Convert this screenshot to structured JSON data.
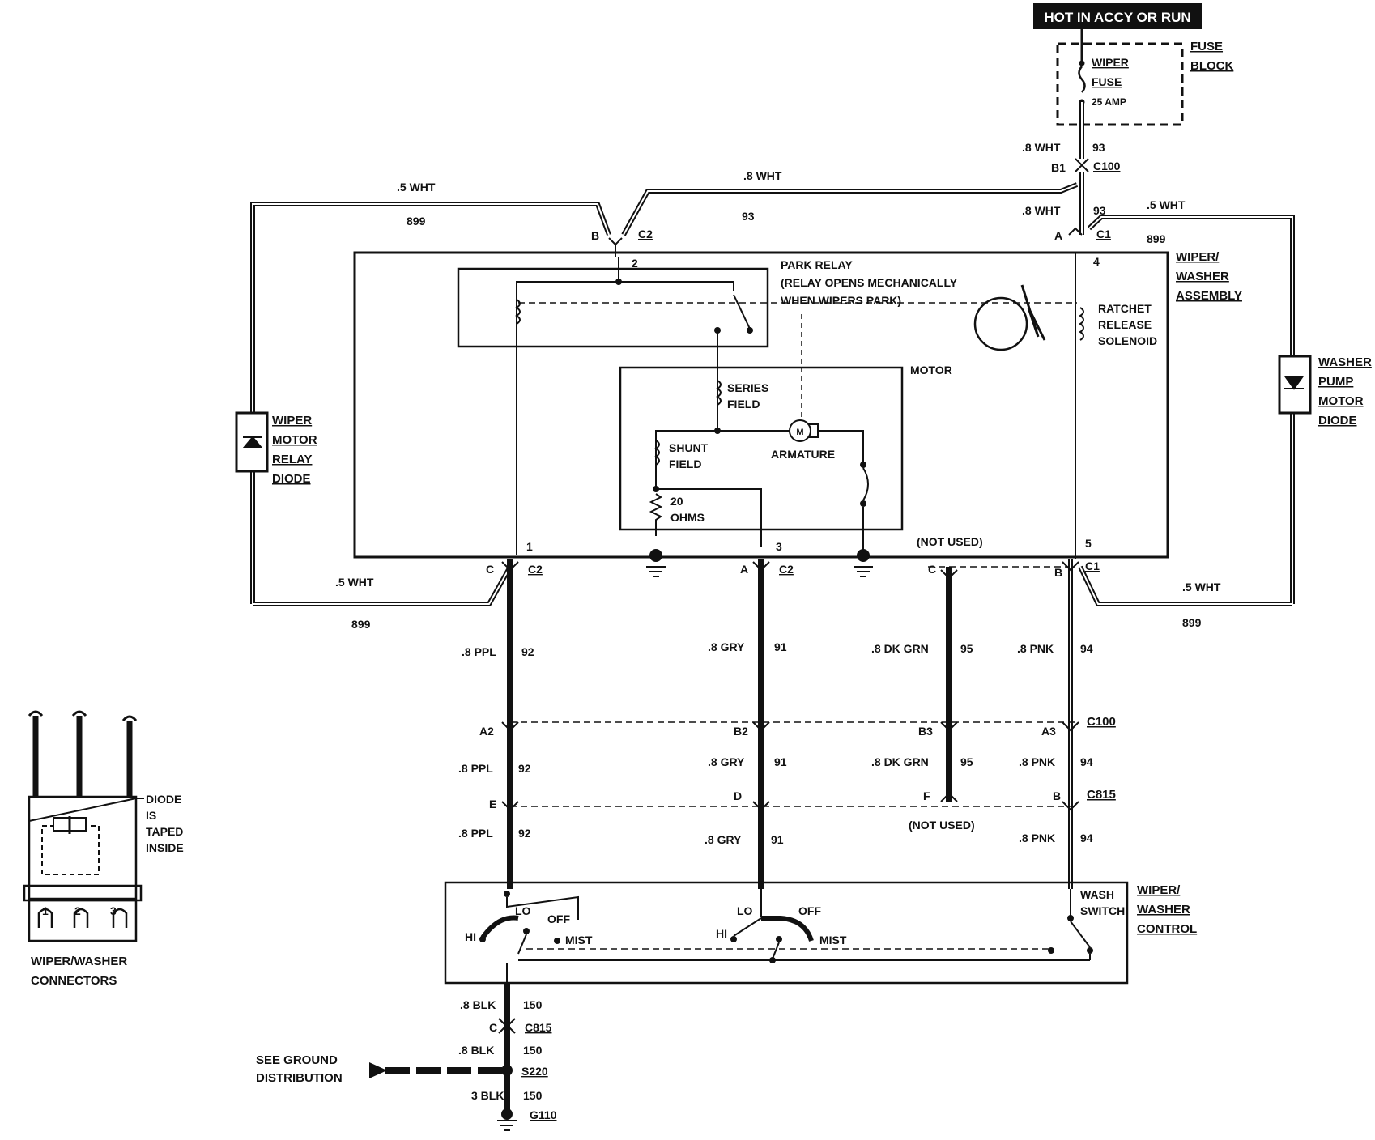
{
  "power": {
    "label": "HOT IN ACCY OR RUN"
  },
  "fuse_block": {
    "label1": "FUSE",
    "label2": "BLOCK",
    "fuse1": "WIPER",
    "fuse2": "FUSE",
    "rating": "25 AMP"
  },
  "top_wires": {
    "w93_a": ".8 WHT",
    "n93_a": "93",
    "b1": "B1",
    "c100_top": "C100",
    "w93_b": ".8 WHT",
    "n93_b": "93",
    "w93_c": ".8 WHT",
    "n93_c": "93",
    "w899_a": ".5 WHT",
    "n899_a": "899",
    "w899_b": ".5 WHT",
    "n899_b": "899",
    "pin_b": "B",
    "c2_top": "C2",
    "pin_a": "A",
    "c1_top": "C1"
  },
  "assembly": {
    "label1": "WIPER/",
    "label2": "WASHER",
    "label3": "ASSEMBLY",
    "park1": "PARK RELAY",
    "park2": "(RELAY OPENS MECHANICALLY",
    "park3": "WHEN WIPERS PARK)",
    "ratchet1": "RATCHET",
    "ratchet2": "RELEASE",
    "ratchet3": "SOLENOID",
    "motor": "MOTOR",
    "series1": "SERIES",
    "series2": "FIELD",
    "shunt1": "SHUNT",
    "shunt2": "FIELD",
    "armature": "ARMATURE",
    "m": "M",
    "ohms1": "20",
    "ohms2": "OHMS",
    "not_used": "(NOT USED)",
    "p1": "1",
    "p2": "2",
    "p3": "3",
    "p4": "4",
    "p5": "5"
  },
  "diodes": {
    "left": [
      "WIPER",
      "MOTOR",
      "RELAY",
      "DIODE"
    ],
    "right": [
      "WASHER",
      "PUMP",
      "MOTOR",
      "DIODE"
    ]
  },
  "bottom_conn": {
    "c": "C",
    "c2a": "C2",
    "a": "A",
    "c2b": "C2",
    "c_nu": "C",
    "b": "B",
    "c1": "C1",
    "w899_l": ".5 WHT",
    "n899_l": "899",
    "w899_r": ".5 WHT",
    "n899_r": "899"
  },
  "circuits": [
    {
      "color": ".8 PPL",
      "num": "92",
      "c100": "A2",
      "c815": "E",
      "color2": ".8 PPL",
      "num2": "92",
      "color3": ".8 PPL",
      "num3": "92"
    },
    {
      "color": ".8 GRY",
      "num": "91",
      "c100": "B2",
      "c815": "D",
      "color2": ".8 GRY",
      "num2": "91",
      "color3": ".8 GRY",
      "num3": "91"
    },
    {
      "color": ".8 DK GRN",
      "num": "95",
      "c100": "B3",
      "c815": "F",
      "color2": ".8 DK GRN",
      "num2": "95",
      "color3": "(NOT USED)",
      "num3": ""
    },
    {
      "color": ".8 PNK",
      "num": "94",
      "c100": "A3",
      "c815": "B",
      "color2": ".8 PNK",
      "num2": "94",
      "color3": ".8 PNK",
      "num3": "94"
    }
  ],
  "connectors": {
    "c100": "C100",
    "c815": "C815"
  },
  "control": {
    "label1": "WIPER/",
    "label2": "WASHER",
    "label3": "CONTROL",
    "lo1": "LO",
    "off1": "OFF",
    "hi1": "HI",
    "mist1": "MIST",
    "lo2": "LO",
    "off2": "OFF",
    "hi2": "HI",
    "mist2": "MIST",
    "wash1": "WASH",
    "wash2": "SWITCH"
  },
  "ground": {
    "w1": ".8 BLK",
    "n1": "150",
    "c": "C",
    "c815": "C815",
    "w2": ".8 BLK",
    "n2": "150",
    "s220": "S220",
    "w3": "3 BLK",
    "n3": "150",
    "g110": "G110",
    "see1": "SEE GROUND",
    "see2": "DISTRIBUTION"
  },
  "connector_view": {
    "diode1": "DIODE",
    "diode2": "IS",
    "diode3": "TAPED",
    "diode4": "INSIDE",
    "p1": "1",
    "p2": "2",
    "p3": "3",
    "label1": "WIPER/WASHER",
    "label2": "CONNECTORS"
  }
}
